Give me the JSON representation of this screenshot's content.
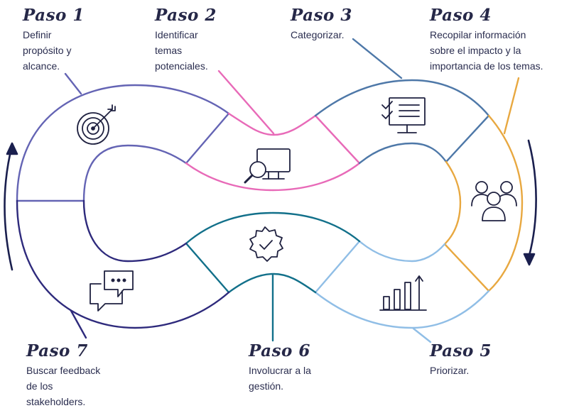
{
  "steps": [
    {
      "title": "Paso 1",
      "lines": [
        "Definir",
        "propósito y",
        "alcance."
      ],
      "color": "#6464b4",
      "icon": "target-icon"
    },
    {
      "title": "Paso 2",
      "lines": [
        "Identificar",
        "temas",
        "potenciales."
      ],
      "color": "#e86ab8",
      "icon": "search-monitor-icon"
    },
    {
      "title": "Paso 3",
      "lines": [
        "Categorizar."
      ],
      "color": "#4e78a8",
      "icon": "checklist-board-icon"
    },
    {
      "title": "Paso 4",
      "lines": [
        "Recopilar información",
        "sobre el impacto y la",
        "importancia de los temas."
      ],
      "color": "#e8a840",
      "icon": "people-group-icon"
    },
    {
      "title": "Paso 5",
      "lines": [
        "Priorizar."
      ],
      "color": "#90bee6",
      "icon": "bar-chart-icon"
    },
    {
      "title": "Paso 6",
      "lines": [
        "Involucrar a la",
        "gestión."
      ],
      "color": "#12708a",
      "icon": "badge-check-icon"
    },
    {
      "title": "Paso 7",
      "lines": [
        "Buscar feedback",
        "de los",
        "stakeholders."
      ],
      "color": "#2e2a7c",
      "icon": "chat-bubbles-icon"
    }
  ],
  "colors": {
    "ink": "#262848",
    "arrow": "#1a1f4e"
  }
}
